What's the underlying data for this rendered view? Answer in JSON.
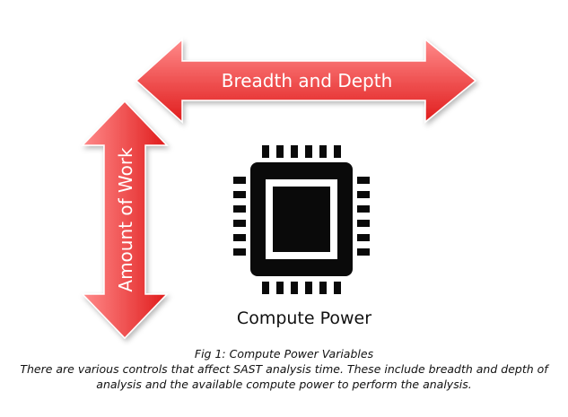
{
  "arrows": {
    "horizontal_label": "Breadth and Depth",
    "vertical_label": "Amount of Work",
    "color_light": "#ff8a8a",
    "color_dark": "#e01c1c"
  },
  "chip": {
    "label": "Compute Power",
    "icon": "cpu-chip-icon",
    "color": "#0a0a0a"
  },
  "caption": {
    "title": "Fig 1: Compute Power Variables",
    "line1": "There are various controls that affect SAST analysis time. These include breadth and depth of",
    "line2": "analysis and the available compute power to perform the analysis."
  }
}
